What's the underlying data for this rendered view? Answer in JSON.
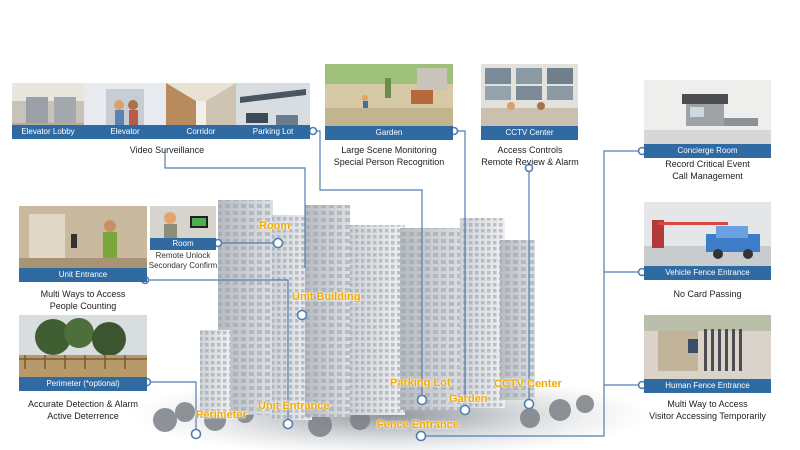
{
  "video": {
    "captions": [
      "Elevator Lobby",
      "Elevator",
      "Corridor",
      "Parking Lot"
    ],
    "description": "Video Surveillance"
  },
  "garden": {
    "caption": "Garden",
    "line1": "Large Scene Monitoring",
    "line2": "Special Person Recognition"
  },
  "cctv": {
    "caption": "CCTV Center",
    "line1": "Access Controls",
    "line2": "Remote Review & Alarm"
  },
  "concierge": {
    "caption": "Concierge Room",
    "line1": "Record Critical  Event",
    "line2": "Call Management"
  },
  "vehicle": {
    "caption": "Vehicle Fence Entrance",
    "line1": "No Card Passing"
  },
  "human": {
    "caption": "Human Fence Entrance",
    "line1": "Multi Way to Access",
    "line2": "Visitor Accessing Temporarily"
  },
  "unit": {
    "caption": "Unit Entrance",
    "line1": "Multi Ways to Access",
    "line2": "People Counting"
  },
  "room": {
    "caption": "Room",
    "line1": "Remote Unlock",
    "line2": "Secondary Confirm"
  },
  "perimeter": {
    "caption": "Perimeter (*optional)",
    "line1": "Accurate Detection & Alarm",
    "line2": "Active Deterrence"
  },
  "zones": {
    "room": "Room",
    "unit_building": "Unit Building",
    "perimeter": "Perimeter",
    "unit_entrance": "Unit Entrance",
    "parking_lot": "Parking Lot",
    "garden": "Garden",
    "cctv_center": "CCTV Center",
    "fence_entrance": "Fence Entrance"
  },
  "colors": {
    "caption_bg": "#2f6aa3",
    "connector": "#4f7fb0",
    "zone_label": "#f2a900"
  }
}
